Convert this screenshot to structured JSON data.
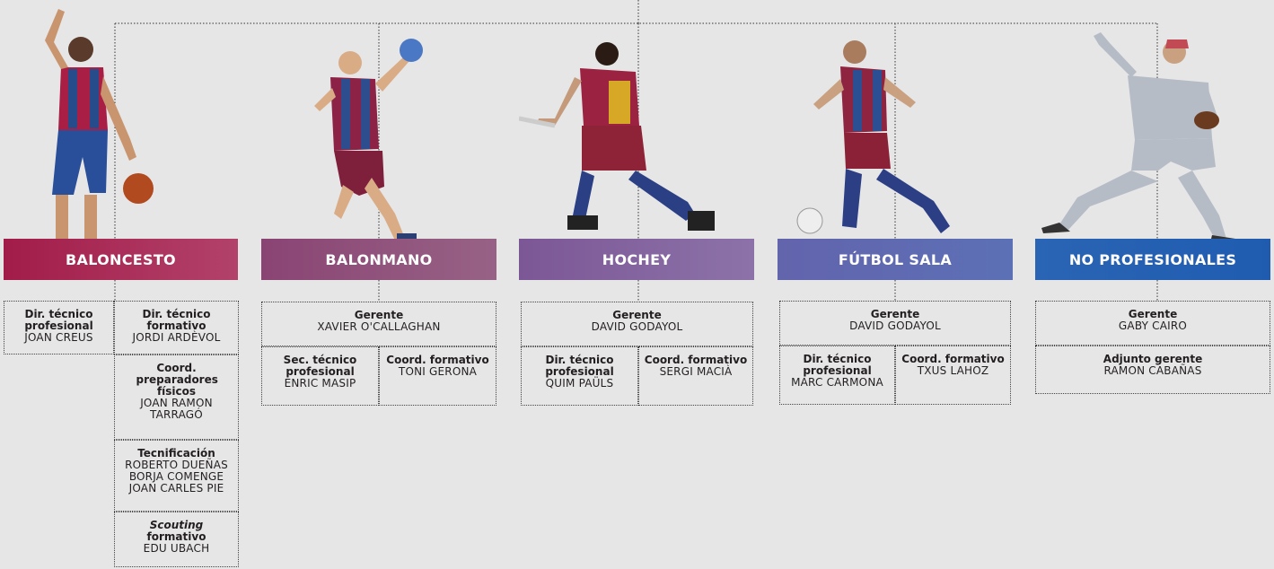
{
  "colors": {
    "baloncesto": "#a5224d",
    "balonmano": "#8d4a78",
    "hochey": "#7b5a96",
    "futbol_sala": "#5f66ae",
    "no_profesionales": "#2660b2"
  },
  "sections": {
    "baloncesto": {
      "label": "BALONCESTO",
      "roles": [
        {
          "title": "Dir. técnico profesional",
          "name": "JOAN CREUS"
        },
        {
          "title": "Dir. técnico formativo",
          "name": "JORDI ARDÈVOL"
        },
        {
          "title": "Coord. preparadores físicos",
          "name": "JOAN RAMON TARRAGÓ"
        },
        {
          "title": "Tecnificación",
          "names": [
            "ROBERTO DUEÑAS",
            "BORJA COMENGE",
            "JOAN CARLES PIE"
          ]
        },
        {
          "title_italic": "Scouting",
          "title": "formativo",
          "name": "EDU UBACH"
        }
      ]
    },
    "balonmano": {
      "label": "BALONMANO",
      "roles": [
        {
          "title": "Gerente",
          "name": "XAVIER O'CALLAGHAN"
        },
        {
          "title": "Sec. técnico profesional",
          "name": "ENRIC MASIP"
        },
        {
          "title": "Coord. formativo",
          "name": "TONI GERONA"
        }
      ]
    },
    "hochey": {
      "label": "HOCHEY",
      "roles": [
        {
          "title": "Gerente",
          "name": "DAVID GODAYOL"
        },
        {
          "title": "Dir. técnico profesional",
          "name": "QUIM PAÜLS"
        },
        {
          "title": "Coord. formativo",
          "name": "SERGI MACIÀ"
        }
      ]
    },
    "futbol_sala": {
      "label": "FÚTBOL SALA",
      "roles": [
        {
          "title": "Gerente",
          "name": "DAVID GODAYOL"
        },
        {
          "title": "Dir. técnico profesional",
          "name": "MARC CARMONA"
        },
        {
          "title": "Coord. formativo",
          "name": "TXUS LAHOZ"
        }
      ]
    },
    "no_profesionales": {
      "label": "NO PROFESIONALES",
      "roles": [
        {
          "title": "Gerente",
          "name": "GABY CAIRO"
        },
        {
          "title": "Adjunto gerente",
          "name": "RAMON CABAÑAS"
        }
      ]
    }
  }
}
